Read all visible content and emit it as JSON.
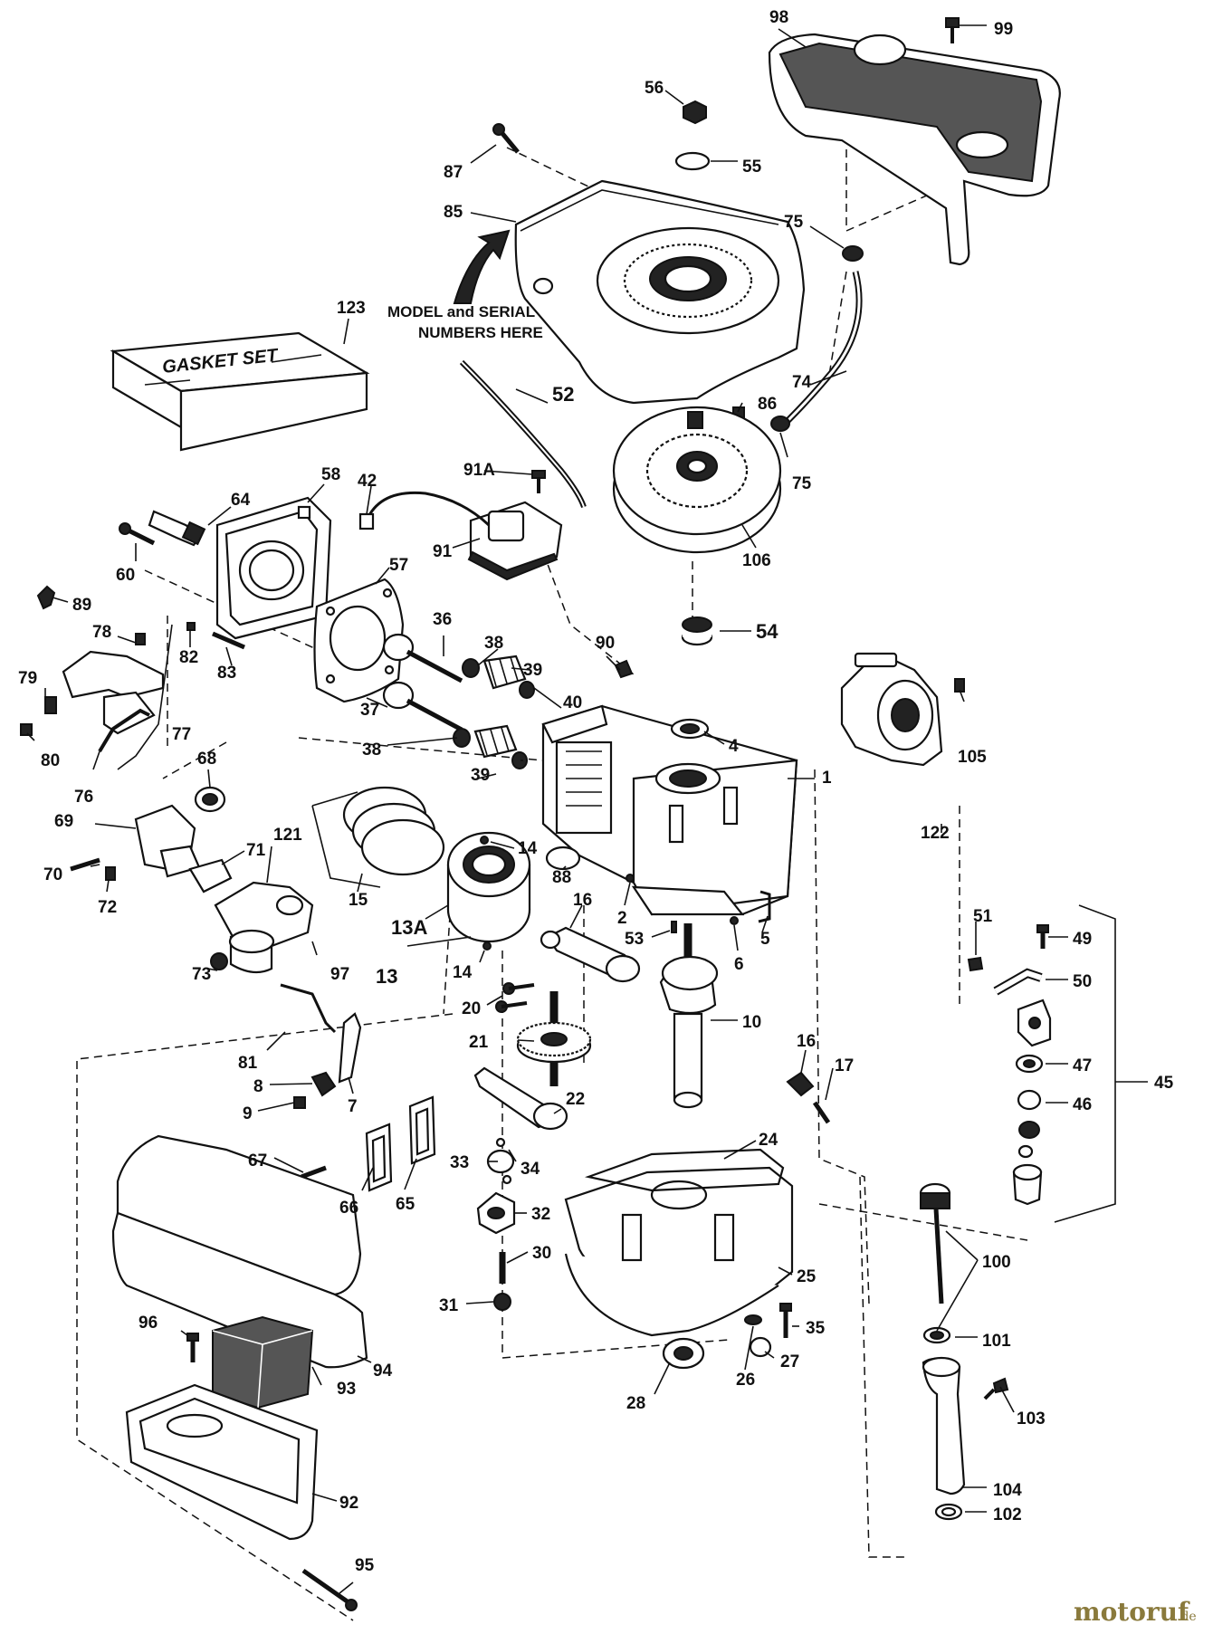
{
  "diagram": {
    "note_line1": "MODEL and SERIAL",
    "note_line2": "NUMBERS HERE",
    "gasket_text": "GASKET SET",
    "watermark": "motoruf",
    "watermark_suffix": ".de",
    "parts": [
      "98",
      "99",
      "56",
      "55",
      "87",
      "85",
      "75",
      "123",
      "74",
      "52",
      "86",
      "75",
      "58",
      "42",
      "91A",
      "64",
      "60",
      "91",
      "106",
      "57",
      "89",
      "54",
      "78",
      "82",
      "83",
      "36",
      "38",
      "39",
      "90",
      "79",
      "37",
      "40",
      "4",
      "1",
      "105",
      "80",
      "76",
      "77",
      "68",
      "38",
      "39",
      "69",
      "121",
      "14",
      "88",
      "70",
      "71",
      "72",
      "15",
      "13A",
      "16",
      "2",
      "53",
      "122",
      "6",
      "5",
      "51",
      "49",
      "73",
      "97",
      "13",
      "14",
      "50",
      "20",
      "10",
      "21",
      "81",
      "16",
      "17",
      "45",
      "47",
      "8",
      "22",
      "46",
      "9",
      "7",
      "67",
      "33",
      "34",
      "24",
      "66",
      "65",
      "32",
      "30",
      "25",
      "94",
      "96",
      "31",
      "35",
      "101",
      "26",
      "27",
      "28",
      "93",
      "103",
      "104",
      "92",
      "102",
      "95",
      "100"
    ]
  }
}
